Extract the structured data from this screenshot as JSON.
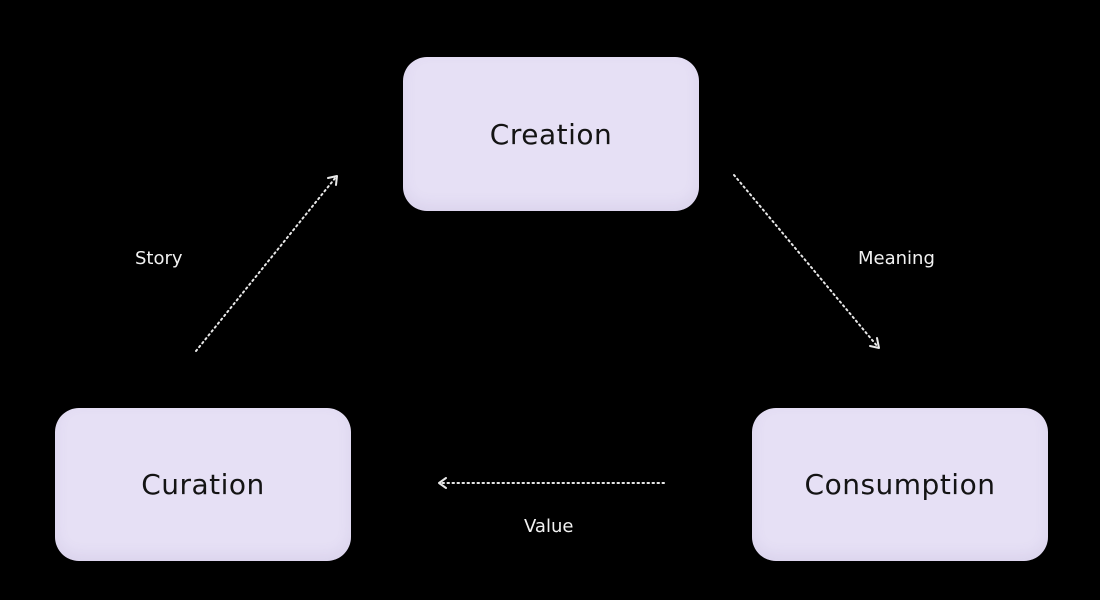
{
  "diagram": {
    "background": "#000000",
    "node_fill": "#e6e0f5",
    "node_text_color": "#141414",
    "edge_color": "#e8e8e8",
    "nodes": {
      "creation": "Creation",
      "curation": "Curation",
      "consumption": "Consumption"
    },
    "edges": {
      "story": "Story",
      "meaning": "Meaning",
      "value": "Value"
    }
  }
}
